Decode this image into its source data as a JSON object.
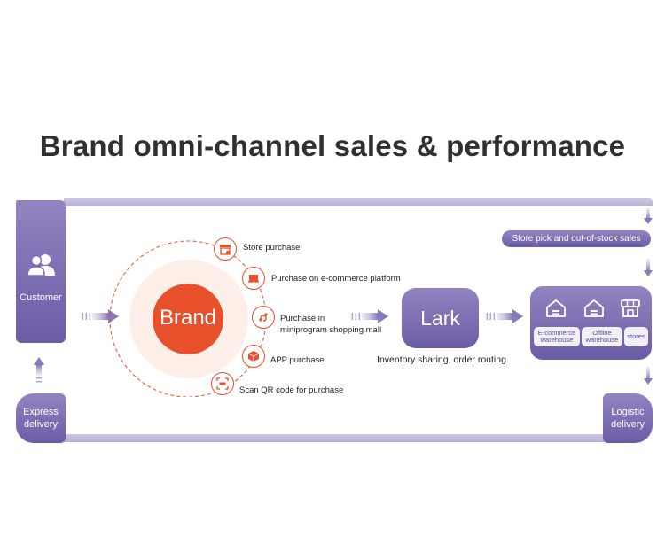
{
  "title": "Brand omni-channel sales & performance",
  "customer": {
    "label": "Customer",
    "icon": "users-icon"
  },
  "express_delivery": {
    "line1": "Express",
    "line2": "delivery"
  },
  "logistic_delivery": {
    "line1": "Logistic",
    "line2": "delivery"
  },
  "brand": {
    "label": "Brand"
  },
  "channels": [
    {
      "icon": "store-icon",
      "label": "Store purchase"
    },
    {
      "icon": "laptop-icon",
      "label": "Purchase on e-commerce platform"
    },
    {
      "icon": "miniprogram-icon",
      "line1": "Purchase in",
      "line2": "miniprogram shopping mall"
    },
    {
      "icon": "box-icon",
      "label": "APP purchase"
    },
    {
      "icon": "qr-scan-icon",
      "label": "Scan QR code for purchase"
    }
  ],
  "lark": {
    "label": "Lark",
    "caption": "Inventory sharing, order routing"
  },
  "store_pick": {
    "label": "Store pick and out-of-stock sales"
  },
  "warehouses": [
    {
      "icon": "warehouse-icon",
      "line1": "E-commerce",
      "line2": "warehouse"
    },
    {
      "icon": "warehouse-icon",
      "line1": "Offline",
      "line2": "warehouse"
    },
    {
      "icon": "shop-icon",
      "line1": "stores",
      "line2": ""
    }
  ],
  "colors": {
    "accent": "#e8502b",
    "purple_dark": "#6b5ca6",
    "purple_light": "#9383c1",
    "loop_bar": "#c3b9dd"
  }
}
